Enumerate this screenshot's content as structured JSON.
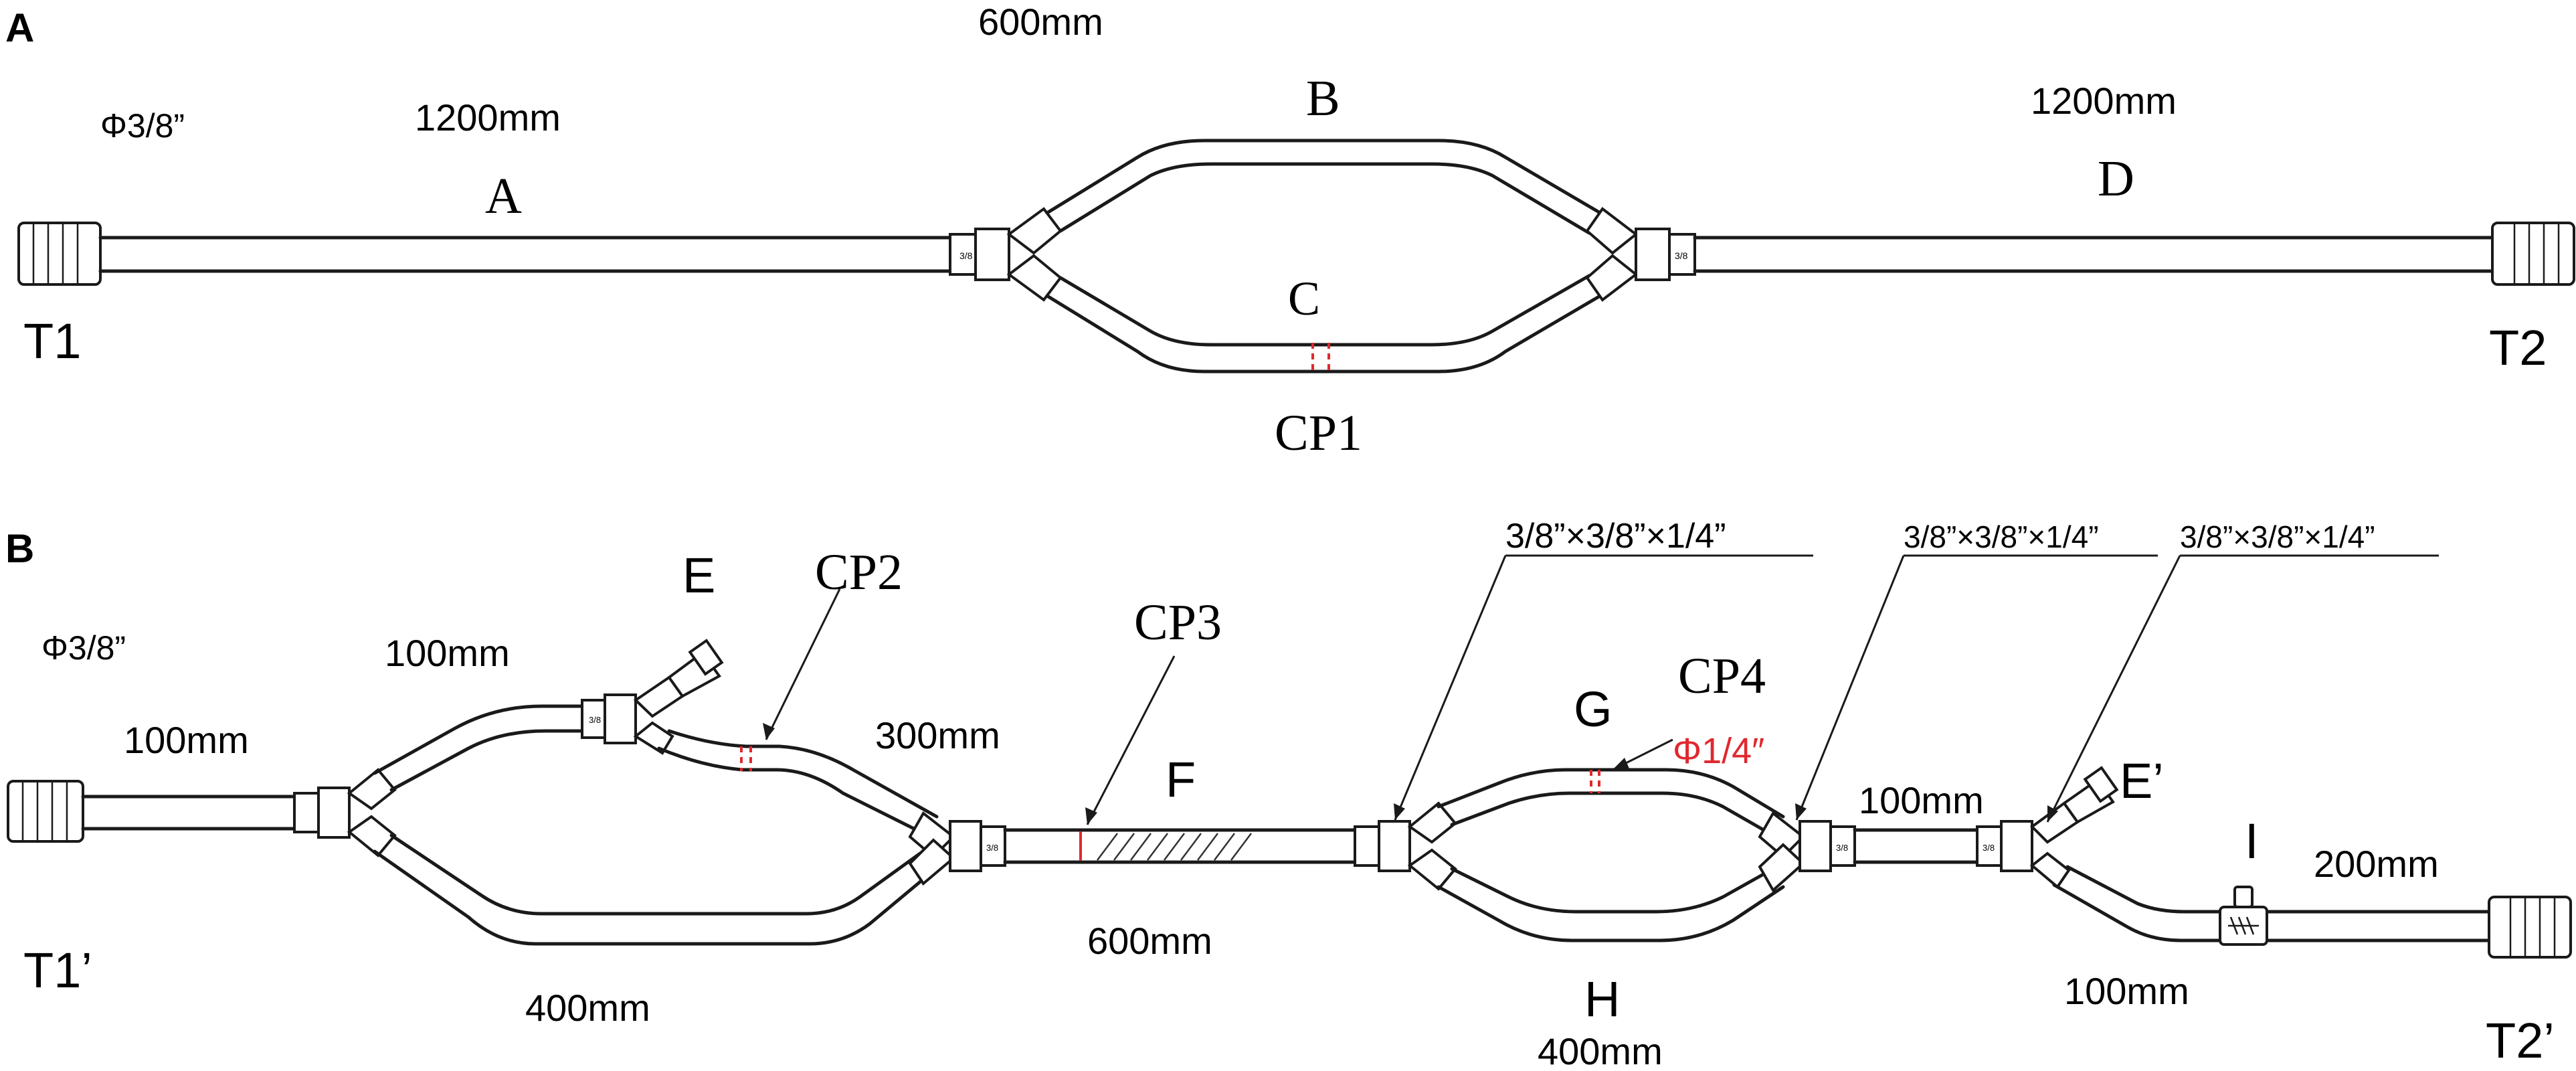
{
  "panel_a": {
    "panel_label": "A",
    "diameter": "Φ3/8”",
    "len_a": "1200mm",
    "len_b": "600mm",
    "len_d": "1200mm",
    "seg_a": "A",
    "seg_b": "B",
    "seg_c": "C",
    "seg_d": "D",
    "cp1": "CP1",
    "t1": "T1",
    "t2": "T2",
    "fitting_code": "3/8"
  },
  "panel_b": {
    "panel_label": "B",
    "diameter": "Φ3/8”",
    "len_inlet": "100mm",
    "len_upper": "100mm",
    "len_e_branch": "300mm",
    "len_lower": "400mm",
    "len_f": "600mm",
    "len_h": "400mm",
    "len_mid": "100mm",
    "len_after": "100mm",
    "len_end": "200mm",
    "seg_e": "E",
    "seg_f": "F",
    "seg_g": "G",
    "seg_h": "H",
    "seg_e_prime": "E’",
    "seg_i": "I",
    "cp2": "CP2",
    "cp3": "CP3",
    "cp4": "CP4",
    "g_diameter": "Φ1/4″",
    "reducer_1": "3/8”×3/8”×1/4”",
    "reducer_2": "3/8”×3/8”×1/4”",
    "reducer_3": "3/8”×3/8”×1/4”",
    "t1": "T1’",
    "t2": "T2’",
    "fitting_code": "3/8"
  },
  "colors": {
    "line": "#1a1a1a",
    "highlight": "#e0282e"
  }
}
